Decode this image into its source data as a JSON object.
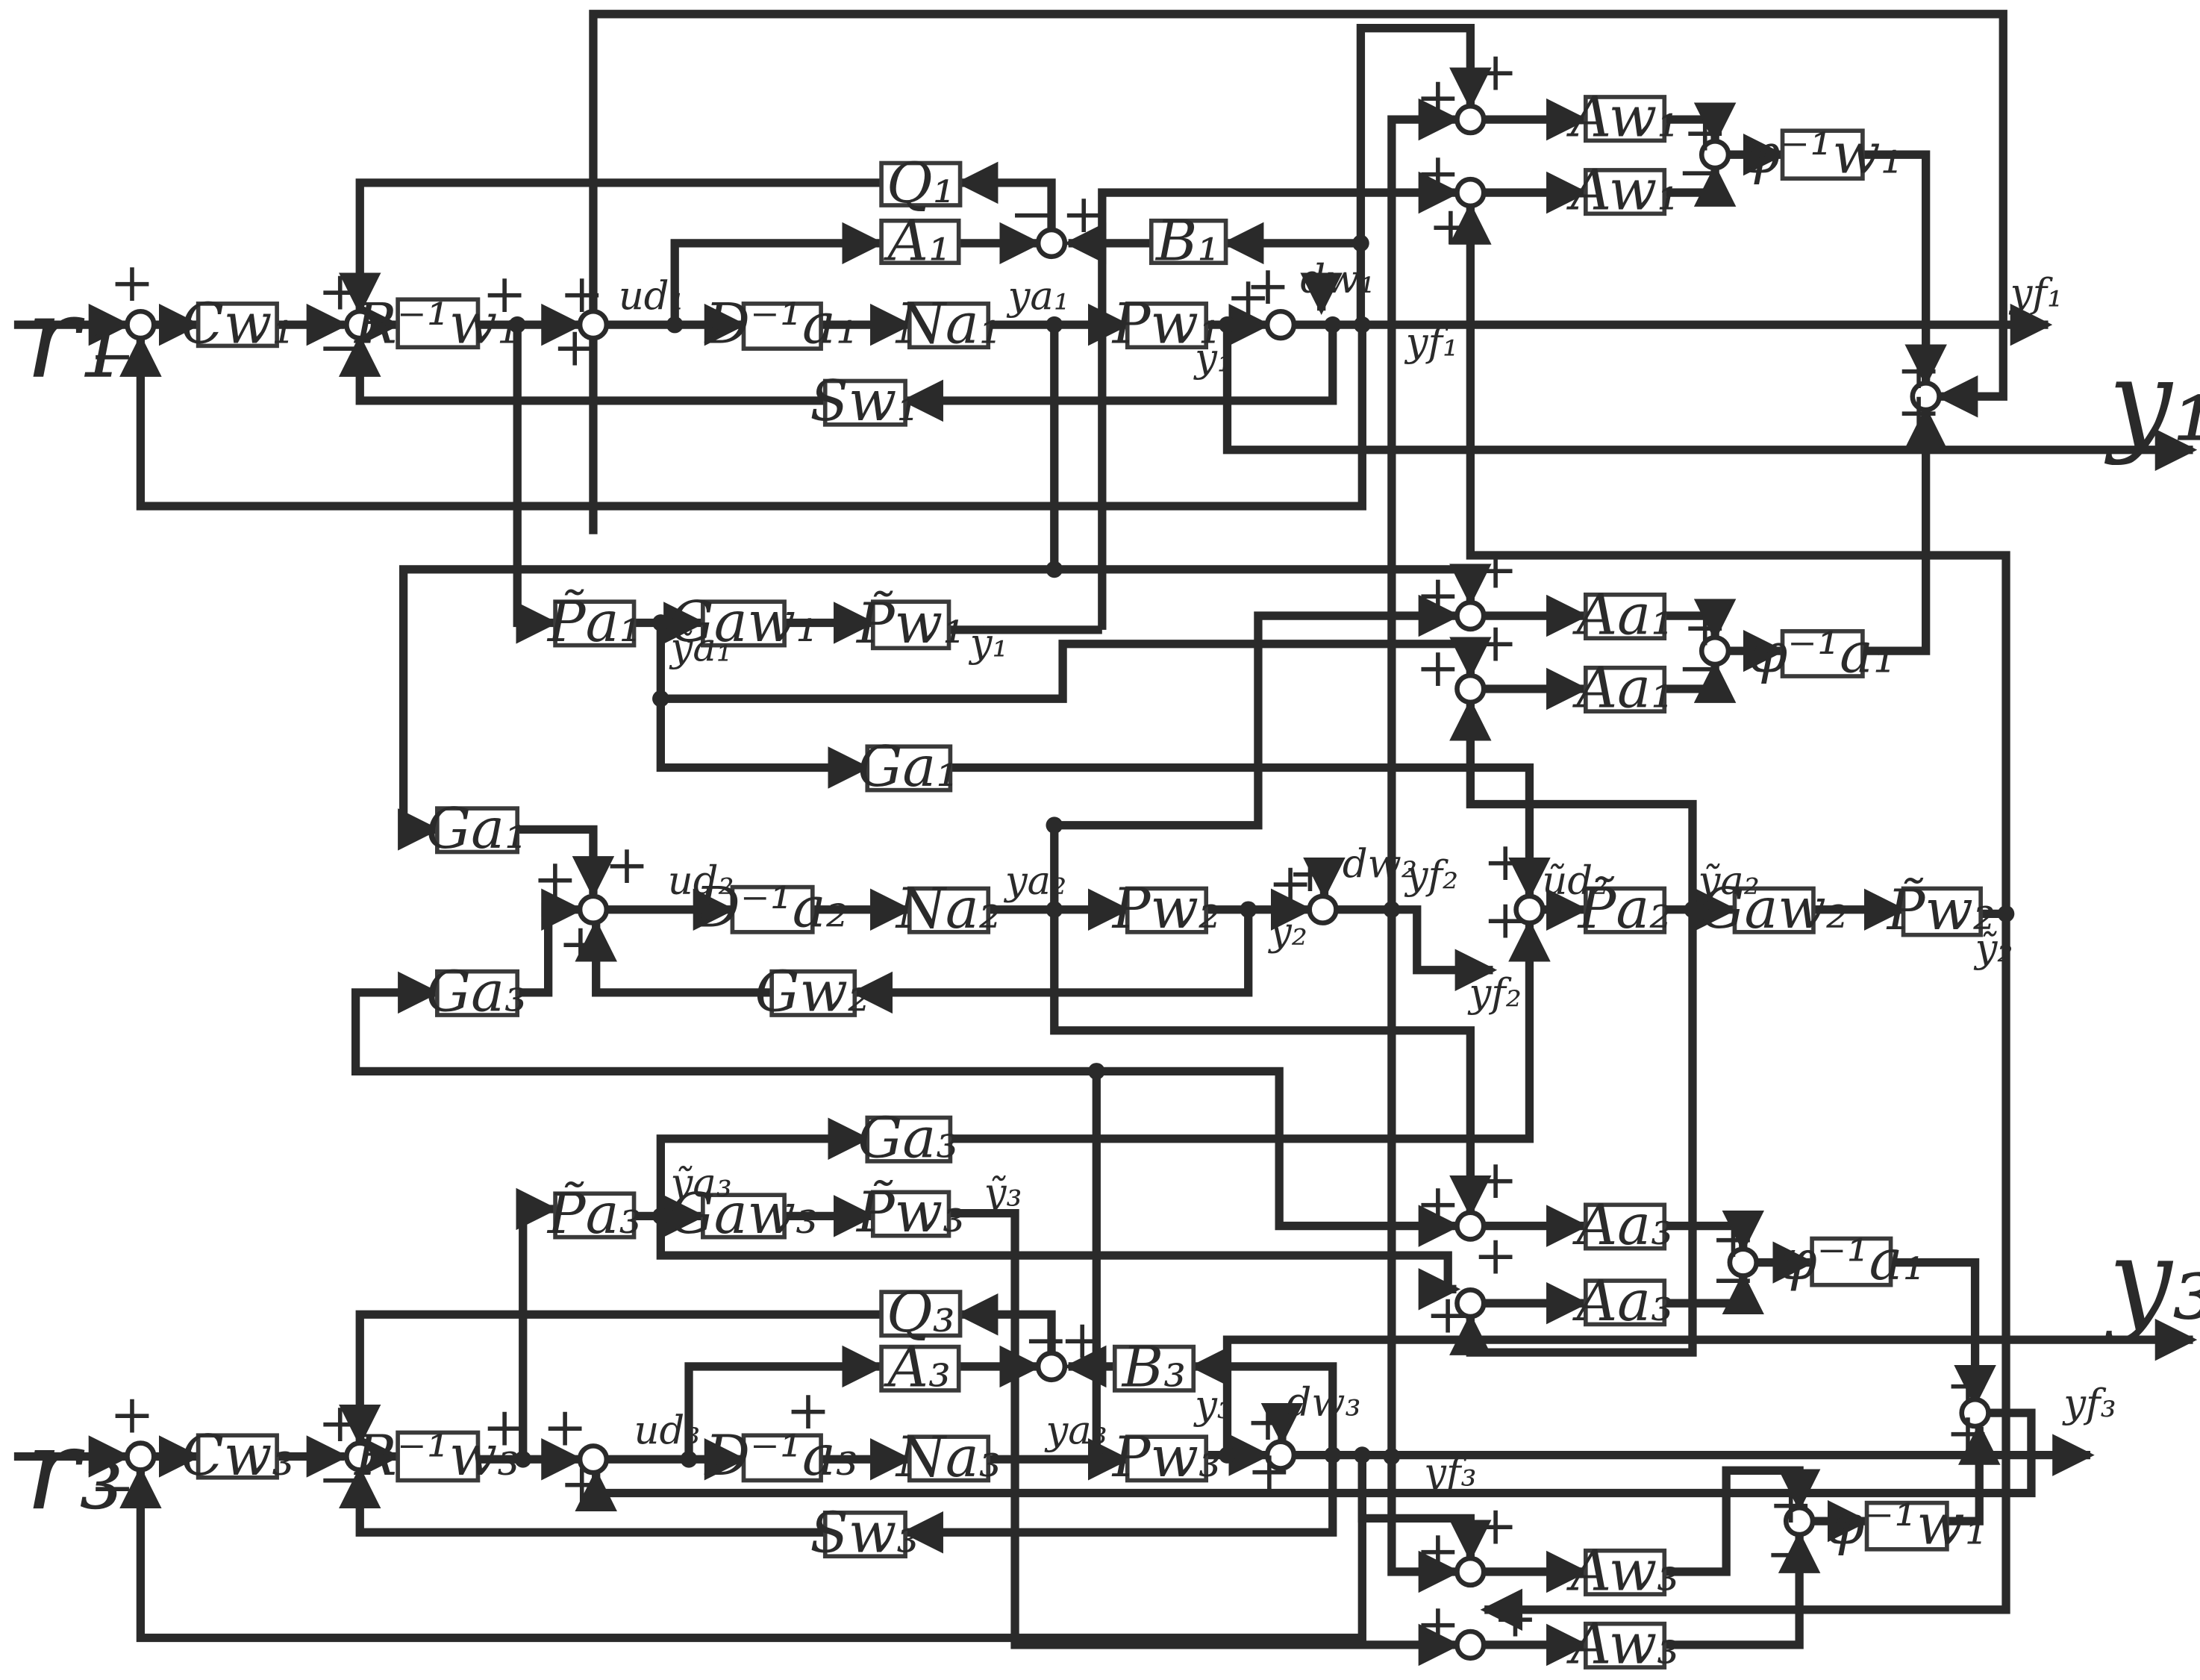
{
  "diagram": {
    "blocks": {
      "C_w1": "Cw₁",
      "R_w1": "R⁻¹w₁",
      "D_a1": "D⁻¹a₁",
      "N_a1": "Na₁",
      "P_w1": "Pw₁",
      "Q_1": "Q₁",
      "A_1": "A₁",
      "B_1": "B₁",
      "S_w1": "Sw₁",
      "A_w1_top": "Aw₁",
      "A_w1_bot": "Aw₁",
      "phi_w1_top": "φ⁻¹w₁",
      "Pt_a1": "P̃a₁",
      "G_aw1": "Gaw₁",
      "Pt_w1": "P̃w₁",
      "A_a1_top": "Aa₁",
      "A_a1_bot": "Aa₁",
      "phi_a1_top": "φ⁻¹a₁",
      "G_a1_right": "Ga₁",
      "G_a1_left": "Ga₁",
      "G_a3_left": "Ga₃",
      "D_a2": "D⁻¹a₂",
      "N_a2": "Na₂",
      "P_w2": "Pw₂",
      "G_w2": "Gw₂",
      "Pt_a2": "P̃a₂",
      "G_aw2": "Gaw₂",
      "Pt_w2": "P̃w₂",
      "G_a3_mid": "Ga₃",
      "Pt_a3": "P̃a₃",
      "G_aw3": "Gaw₃",
      "Pt_w3": "P̃w₃",
      "A_a3_top": "Aa₃",
      "A_a3_bot": "Aa₃",
      "phi_a1_mid": "φ⁻¹a₁",
      "Q_3": "Q₃",
      "A_3": "A₃",
      "B_3": "B₃",
      "C_w3": "Cw₃",
      "R_w3": "R⁻¹w₃",
      "D_a3": "D⁻¹a₃",
      "N_a3": "Na₃",
      "P_w3": "Pw₃",
      "S_w3": "Sw₃",
      "phi_w1_bot": "φ⁻¹w₁",
      "A_w3_top": "Aw₃",
      "A_w3_bot": "Aw₃"
    },
    "signals": {
      "r1": "r₁",
      "r3": "r₃",
      "y1_out": "y₁",
      "y3_out": "y₃",
      "u_d1": "ud₁",
      "u_d2": "ud₂",
      "u_d3": "ud₃",
      "ut_d2": "ũd₂",
      "y_a1": "ya₁",
      "y_a2": "ya₂",
      "y_a3": "ya₃",
      "yt_a1": "ỹa₁",
      "yt_a2": "ỹa₂",
      "yt_a3": "ỹa₃",
      "yt_1": "ỹ₁",
      "yt_2": "ỹ₂",
      "yt_3": "ỹ₃",
      "y_1": "y₁",
      "y_2": "y₂",
      "y_3": "y₃",
      "d_w1": "dw₁",
      "d_w2": "dw₂",
      "d_w3": "dw₃",
      "y_f1_top": "yf₁",
      "y_f1": "yf₁",
      "y_f2": "yf₂",
      "y_f2_low": "yf₂",
      "y_f3": "yf₃",
      "y_f3_right": "yf₃"
    },
    "signs": {
      "plus": "+",
      "minus": "−"
    }
  }
}
